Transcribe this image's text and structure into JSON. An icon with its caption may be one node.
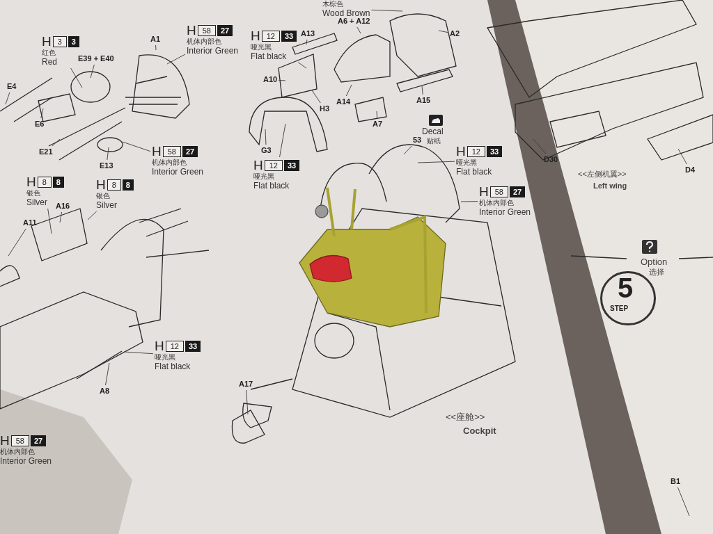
{
  "diagram": {
    "nodes": [
      {
        "text": [
          "H",
          "3",
          "3",
          "红色",
          "Red"
        ]
      },
      {
        "text": [
          "E39 + E40"
        ]
      },
      {
        "text": [
          "A1"
        ]
      },
      {
        "text": [
          "H",
          "58",
          "27",
          "机体内部色",
          "Interior Green"
        ]
      },
      {
        "text": [
          "E4"
        ]
      },
      {
        "text": [
          "E6"
        ]
      },
      {
        "text": [
          "E21"
        ]
      },
      {
        "text": [
          "E13"
        ]
      },
      {
        "text": [
          "H",
          "58",
          "27",
          "机体内部色",
          "Interior Green"
        ]
      },
      {
        "text": [
          "H",
          "12",
          "33",
          "哑光黑",
          "Flat black"
        ]
      },
      {
        "text": [
          "A13"
        ]
      },
      {
        "text": [
          "A10"
        ]
      },
      {
        "text": [
          "H3"
        ]
      },
      {
        "text": [
          "A6 + A12"
        ]
      },
      {
        "text": [
          "A14"
        ]
      },
      {
        "text": [
          "A7"
        ]
      },
      {
        "text": [
          "A15"
        ]
      },
      {
        "text": [
          "G3"
        ]
      },
      {
        "text": [
          "H",
          "12",
          "33",
          "哑光黑",
          "Flat black"
        ]
      },
      {
        "text": [
          "A2"
        ]
      },
      {
        "text": [
          "木棕色",
          "Wood Brown"
        ]
      },
      {
        "text": [
          "53"
        ]
      },
      {
        "text": [
          "H",
          "12",
          "33",
          "哑光黑",
          "Flat black"
        ]
      },
      {
        "text": [
          "H",
          "58",
          "27",
          "机体内部色",
          "Interior Green"
        ]
      },
      {
        "text": [
          "H",
          "8",
          "8",
          "银色",
          "Silver"
        ]
      },
      {
        "text": [
          "H",
          "8",
          "8",
          "银色",
          "Silver"
        ]
      },
      {
        "text": [
          "A16"
        ]
      },
      {
        "text": [
          "A11"
        ]
      },
      {
        "text": [
          "H",
          "12",
          "33",
          "哑光黑",
          "Flat black"
        ]
      },
      {
        "text": [
          "A8"
        ]
      },
      {
        "text": [
          "A17"
        ]
      },
      {
        "text": [
          "D30"
        ]
      },
      {
        "text": [
          "D4"
        ]
      },
      {
        "text": [
          "B1"
        ]
      },
      {
        "text": [
          "H",
          "58",
          "27",
          "机体内部色",
          "Interior Green"
        ]
      }
    ],
    "edges": [
      {
        "from": 0,
        "to": null,
        "arrow": "none"
      },
      {
        "from": 1,
        "to": null,
        "arrow": "none"
      },
      {
        "from": 2,
        "to": null,
        "arrow": "none"
      },
      {
        "from": 3,
        "to": null,
        "arrow": "none"
      },
      {
        "from": 4,
        "to": null,
        "arrow": "none"
      },
      {
        "from": 5,
        "to": null,
        "arrow": "none"
      },
      {
        "from": 6,
        "to": null,
        "arrow": "none"
      },
      {
        "from": 7,
        "to": null,
        "arrow": "none"
      },
      {
        "from": 8,
        "to": null,
        "arrow": "none"
      },
      {
        "from": 9,
        "to": null,
        "arrow": "none"
      },
      {
        "from": 10,
        "to": null,
        "arrow": "none"
      },
      {
        "from": 11,
        "to": null,
        "arrow": "none"
      },
      {
        "from": 12,
        "to": null,
        "arrow": "none"
      },
      {
        "from": 13,
        "to": null,
        "arrow": "none"
      },
      {
        "from": 14,
        "to": null,
        "arrow": "none"
      },
      {
        "from": 15,
        "to": null,
        "arrow": "none"
      },
      {
        "from": 16,
        "to": null,
        "arrow": "none"
      },
      {
        "from": 17,
        "to": null,
        "arrow": "none"
      },
      {
        "from": 18,
        "to": null,
        "arrow": "none"
      },
      {
        "from": 19,
        "to": null,
        "arrow": "none"
      },
      {
        "from": 20,
        "to": null,
        "arrow": "none"
      },
      {
        "from": 21,
        "to": null,
        "arrow": "none"
      },
      {
        "from": 22,
        "to": null,
        "arrow": "none"
      },
      {
        "from": 23,
        "to": null,
        "arrow": "none"
      },
      {
        "from": 24,
        "to": null,
        "arrow": "none"
      },
      {
        "from": 25,
        "to": null,
        "arrow": "none"
      },
      {
        "from": 26,
        "to": null,
        "arrow": "none"
      },
      {
        "from": 27,
        "to": null,
        "arrow": "none"
      },
      {
        "from": 28,
        "to": null,
        "arrow": "none"
      },
      {
        "from": 29,
        "to": null,
        "arrow": "none"
      },
      {
        "from": 30,
        "to": null,
        "arrow": "none"
      },
      {
        "from": 31,
        "to": null,
        "arrow": "none"
      },
      {
        "from": 32,
        "to": null,
        "arrow": "none"
      },
      {
        "from": 33,
        "to": null,
        "arrow": "none"
      }
    ],
    "labels": [
      "Decal",
      "贴纸",
      "<<座舱>>",
      "Cockpit",
      "<<左侧机翼>>",
      "Left wing",
      "Option",
      "选择",
      "5",
      "STEP"
    ]
  }
}
